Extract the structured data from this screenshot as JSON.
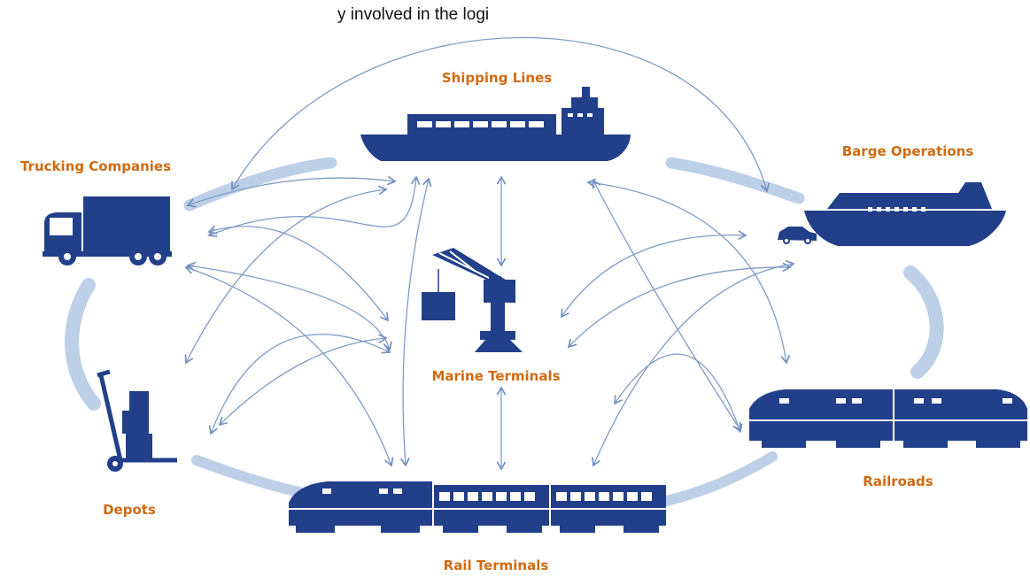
{
  "diagram": {
    "top_caption": "y involved in the logi",
    "colors": {
      "label": "#d06a12",
      "icon": "#223f8a",
      "icon_dark": "#1b3275",
      "connector": "#7f9cc6",
      "band": "#bdd0e8",
      "background": "#ffffff"
    },
    "nodes": [
      {
        "id": "shipping-lines",
        "label": "Shipping Lines",
        "icon": "ship-icon"
      },
      {
        "id": "barge-operations",
        "label": "Barge Operations",
        "icon": "barge-icon"
      },
      {
        "id": "trucking-companies",
        "label": "Trucking Companies",
        "icon": "truck-icon"
      },
      {
        "id": "marine-terminals",
        "label": "Marine Terminals",
        "icon": "crane-icon"
      },
      {
        "id": "railroads",
        "label": "Railroads",
        "icon": "locomotive-icon"
      },
      {
        "id": "depots",
        "label": "Depots",
        "icon": "hand-truck-icon"
      },
      {
        "id": "rail-terminals",
        "label": "Rail Terminals",
        "icon": "train-icon"
      }
    ]
  }
}
